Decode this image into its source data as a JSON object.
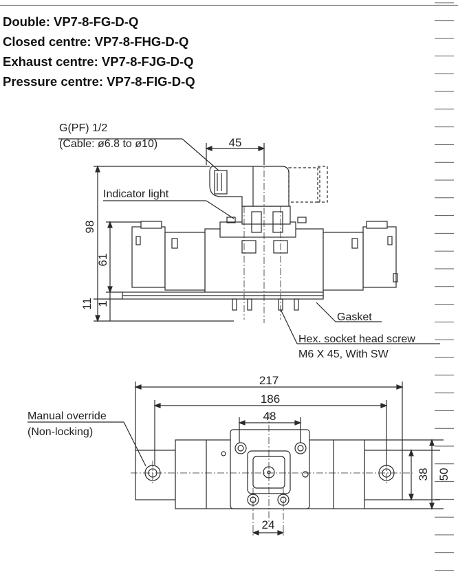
{
  "titles": [
    "Double: VP7-8-FG-D-Q",
    "Closed centre: VP7-8-FHG-D-Q",
    "Exhaust centre: VP7-8-FJG-D-Q",
    "Pressure centre: VP7-8-FIG-D-Q"
  ],
  "side_view": {
    "connector_label": "G(PF) 1/2",
    "cable_label": "(Cable: ø6.8 to ø10)",
    "indicator_label": "Indicator light",
    "gasket_label": "Gasket",
    "screw_label_1": "Hex. socket head screw",
    "screw_label_2": "M6 X 45, With SW",
    "dims": {
      "d45": "45",
      "d98": "98",
      "d61": "61",
      "d11": "11",
      "d1": "1"
    }
  },
  "top_view": {
    "override_label_1": "Manual override",
    "override_label_2": "(Non-locking)",
    "dims": {
      "d217": "217",
      "d186": "186",
      "d48": "48",
      "d24": "24",
      "d38": "38",
      "d50": "50"
    }
  },
  "colors": {
    "line": "#2a2a2a",
    "ink": "#111111",
    "body_fill": "#ffffff"
  }
}
